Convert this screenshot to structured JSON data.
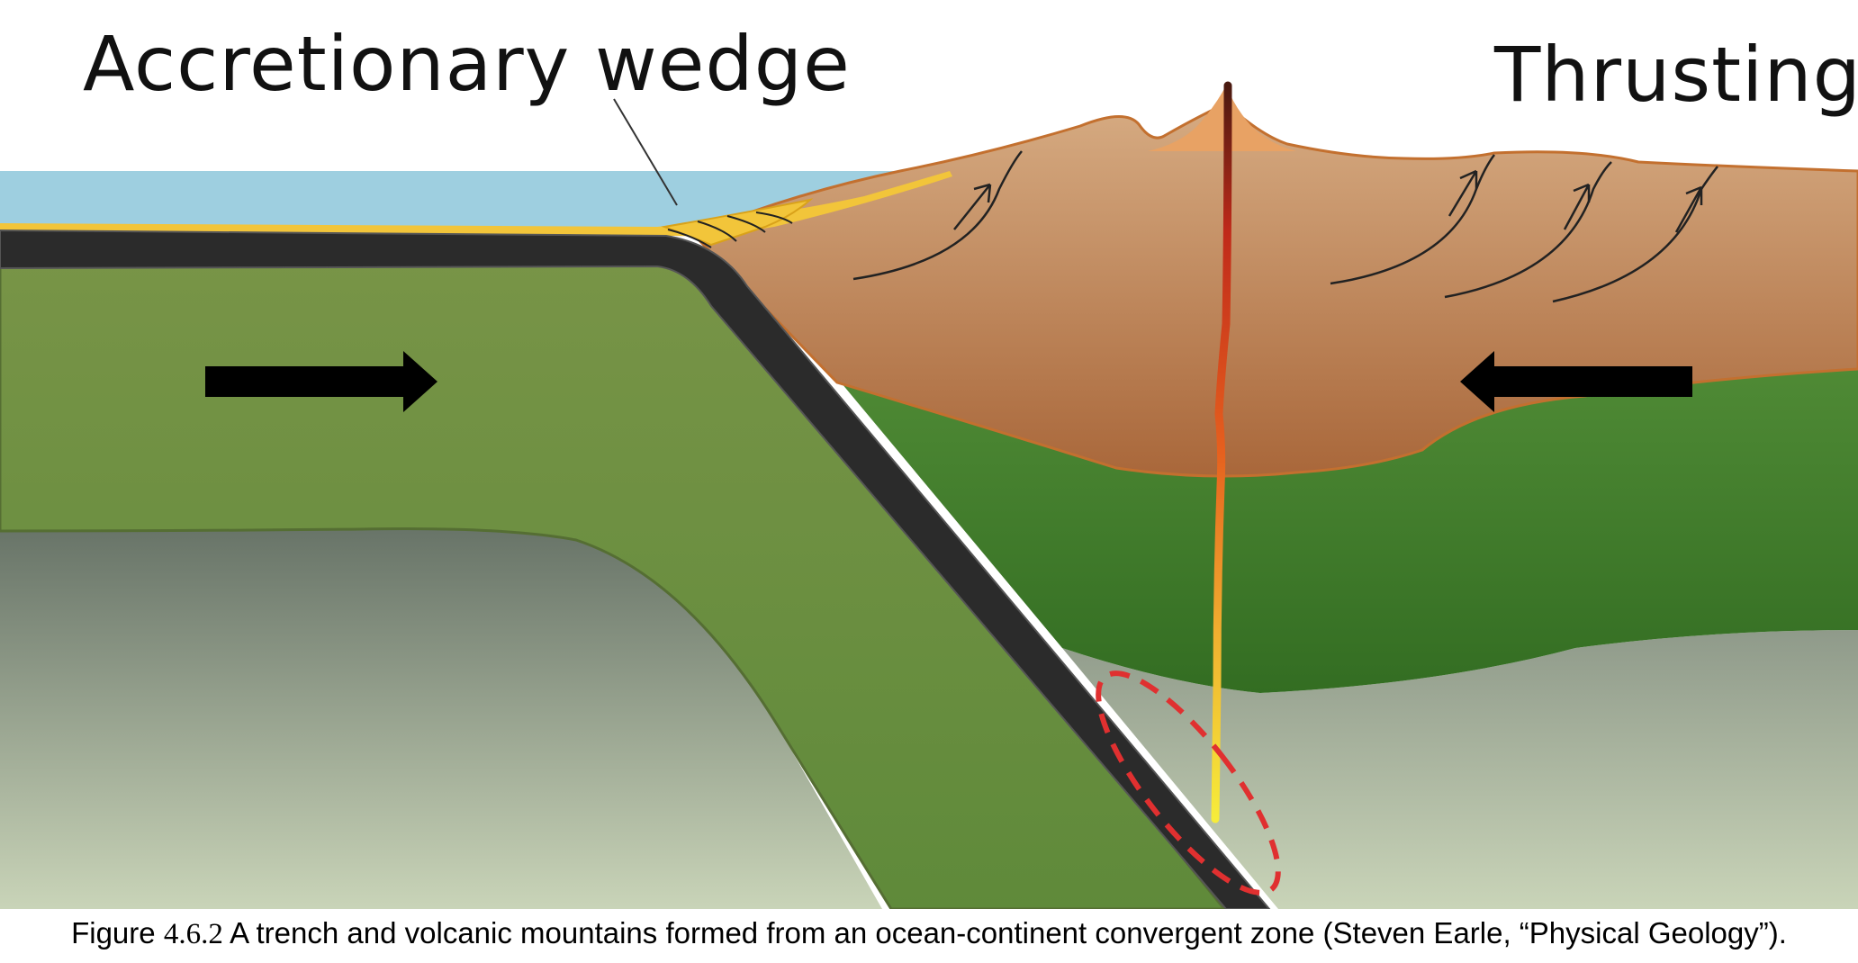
{
  "labels": {
    "accretionary_wedge": "Accretionary wedge",
    "thrusting": "Thrusting"
  },
  "caption": {
    "prefix": "Figure ",
    "number": "4.6.2",
    "text": " A trench and volcanic mountains formed from an ocean-continent convergent zone (Steven Earle, “Physical Geology”)."
  },
  "colors": {
    "ocean": "#9ecfe0",
    "sediment": "#f2c53a",
    "oceanic_crust": "#2b2b2b",
    "lithosphere_green": "#6f9a45",
    "continental_crust": "#c08a5c",
    "volcano": "#e8a264",
    "mantle_top": "#6f7a6e",
    "mantle_bottom": "#c7d2b6",
    "magma_hot": "#d92b1e",
    "magma_yellow": "#f6e83a",
    "melt_zone_outline": "#e03030",
    "arrow": "#000000"
  },
  "icons": {
    "left_plate_arrow": "arrow-right-icon",
    "right_plate_arrow": "arrow-left-icon",
    "thrust_fault_arrow": "thrust-arrow-icon"
  }
}
